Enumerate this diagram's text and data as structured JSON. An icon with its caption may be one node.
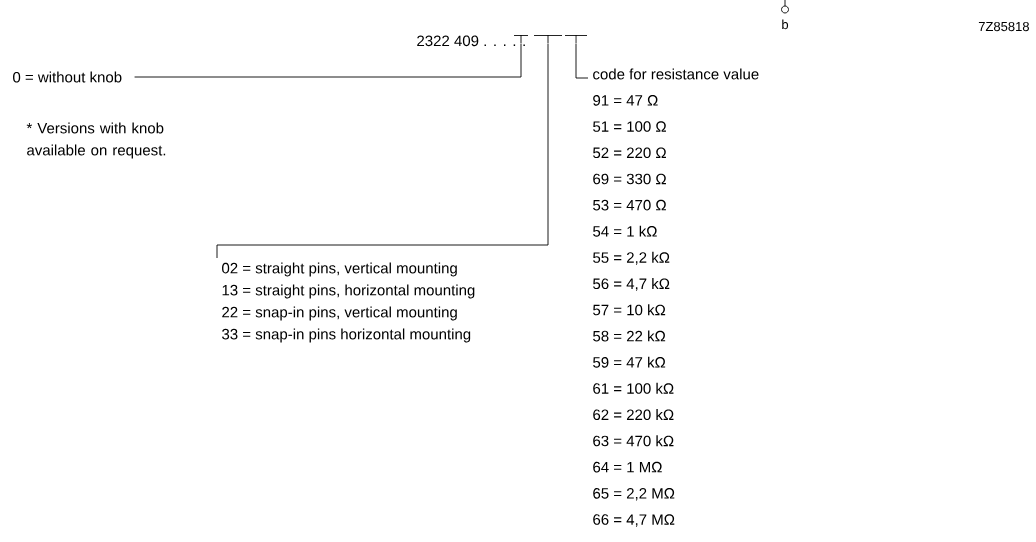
{
  "diagram": {
    "nodes": [
      {
        "text": [],
        "shape": "bar"
      },
      {
        "text": [],
        "shape": "bar"
      },
      {
        "text": [],
        "shape": "bar"
      },
      {
        "text": [
          "0 = without knob"
        ]
      },
      {
        "text": [
          "code for resistance value",
          "91 = 47 Ω",
          "51 = 100 Ω",
          "52 = 220 Ω",
          "69 = 330 Ω",
          "53 = 470 Ω",
          "54 = 1 kΩ",
          "55 = 2,2 kΩ",
          "56 = 4,7 kΩ",
          "57 = 10 kΩ",
          "58 = 22 kΩ",
          "59 = 47 kΩ",
          "61 = 100 kΩ",
          "62 = 220 kΩ",
          "63 = 470 kΩ",
          "64 = 1 MΩ",
          "65 = 2,2 MΩ",
          "66 = 4,7 MΩ"
        ]
      },
      {
        "text": [
          "02 = straight pins, vertical mounting",
          "13 = straight pins, horizontal mounting",
          "22 = snap-in pins, vertical mounting",
          "33 = snap-in pins horizontal mounting"
        ]
      }
    ],
    "edges": [
      {
        "from": 3,
        "to": 0,
        "arrow": "none"
      },
      {
        "from": 5,
        "to": 1,
        "arrow": "none"
      },
      {
        "from": 4,
        "to": 2,
        "arrow": "none"
      }
    ],
    "labels": [
      "b",
      "7Z85818",
      "2322 409 . . . . .",
      "* Versions with knob available on request."
    ]
  }
}
